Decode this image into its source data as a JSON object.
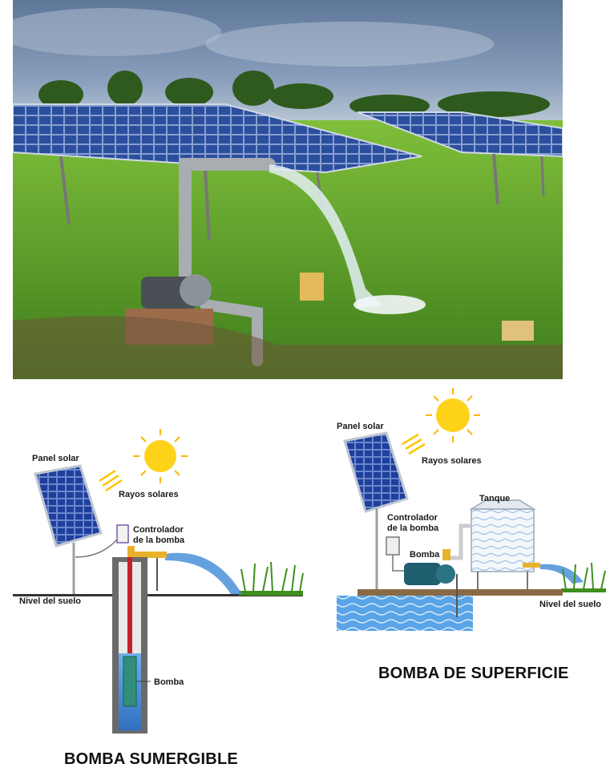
{
  "photo": {
    "sky_color": "#6f86a6",
    "grass_color": "#5d9b2a"
  },
  "submersible": {
    "title": "BOMBA SUMERGIBLE",
    "labels": {
      "panel": "Panel solar",
      "rays": "Rayos solares",
      "controller_line1": "Controlador",
      "controller_line2": "de la bomba",
      "ground": "Nivel del suelo",
      "pump": "Bomba"
    }
  },
  "surface": {
    "title": "BOMBA DE SUPERFICIE",
    "labels": {
      "panel": "Panel solar",
      "rays": "Rayos solares",
      "tank": "Tanque",
      "controller_line1": "Controlador",
      "controller_line2": "de la bomba",
      "pump": "Bomba",
      "ground": "Nivel del suelo"
    }
  },
  "colors": {
    "sun": "#ffd21a",
    "panel": "#1e3f9c",
    "water": "#4a90d9",
    "grass": "#3f8f1f",
    "ground": "#8a6a45"
  }
}
